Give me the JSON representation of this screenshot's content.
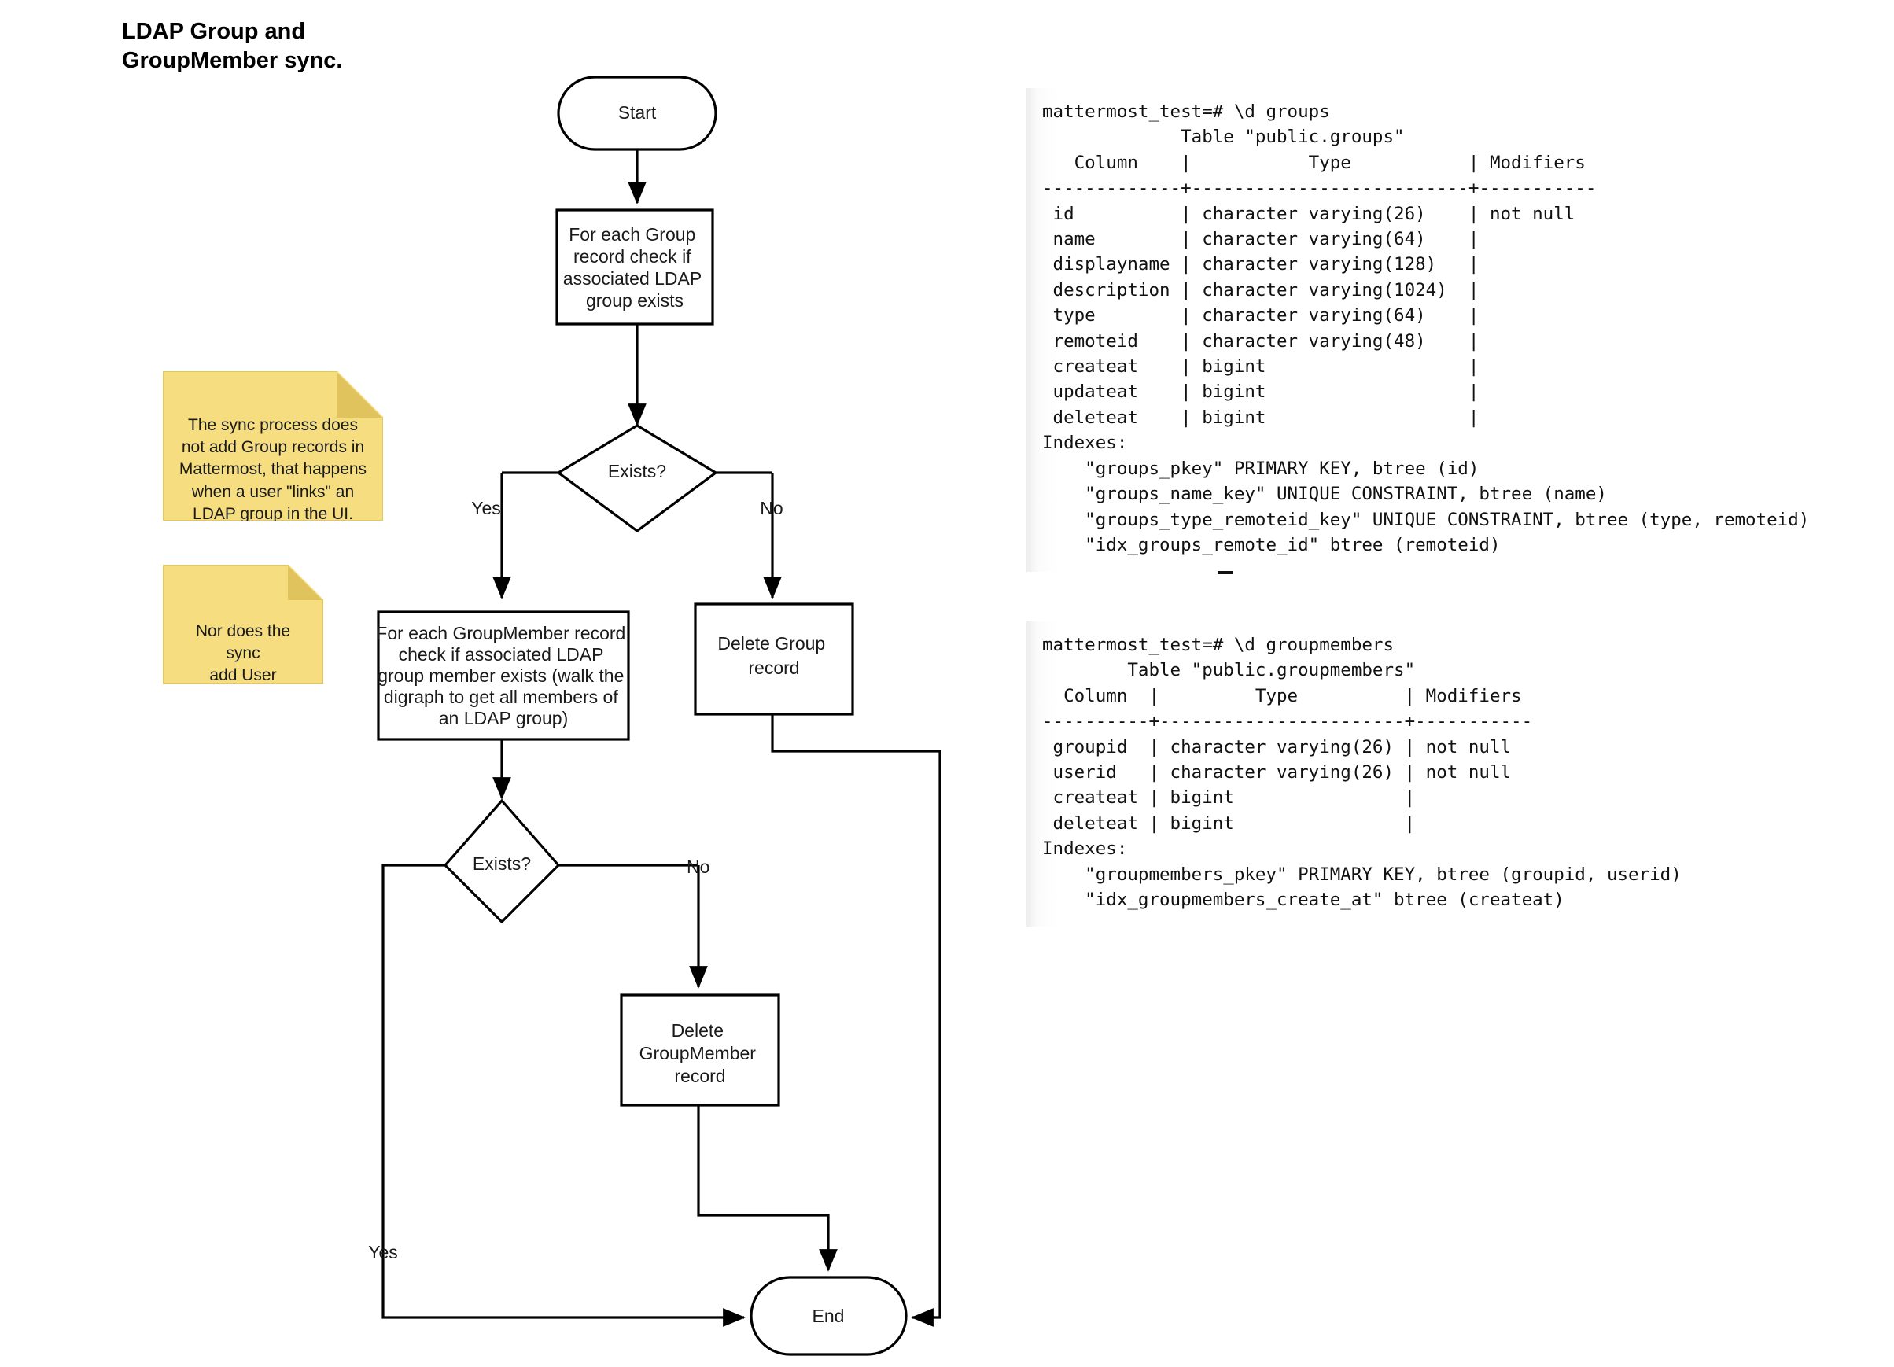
{
  "title": "LDAP Group and\nGroupMember sync.",
  "flowchart": {
    "nodes": {
      "start": {
        "label": "Start",
        "shape": "terminator"
      },
      "for_each_group": {
        "label": "For each Group\nrecord check if\nassociated LDAP\ngroup exists",
        "shape": "process"
      },
      "exists_group": {
        "label": "Exists?",
        "shape": "decision"
      },
      "for_each_groupmember": {
        "label": "For each GroupMember record\ncheck if associated LDAP\ngroup member exists (walk the\ndigraph to get all members of\nan LDAP group)",
        "shape": "process"
      },
      "delete_group": {
        "label": "Delete Group\nrecord",
        "shape": "process"
      },
      "exists_member": {
        "label": "Exists?",
        "shape": "decision"
      },
      "delete_groupmember": {
        "label": "Delete\nGroupMember\nrecord",
        "shape": "process"
      },
      "end": {
        "label": "End",
        "shape": "terminator"
      }
    },
    "edge_labels": {
      "group_yes": "Yes",
      "group_no": "No",
      "member_no": "No",
      "member_yes": "Yes"
    }
  },
  "notes": [
    {
      "id": "note-sync-group",
      "text": "The sync process does\nnot add Group records in\nMattermost, that happens\nwhen a user \"links\" an\nLDAP group in the UI."
    },
    {
      "id": "note-sync-user",
      "text": "Nor does the sync\nadd User records.\nthose are added\non first login."
    }
  ],
  "terminals": {
    "groups": "mattermost_test=# \\d groups\n             Table \"public.groups\"\n   Column    |           Type           | Modifiers\n-------------+--------------------------+-----------\n id          | character varying(26)    | not null\n name        | character varying(64)    |\n displayname | character varying(128)   |\n description | character varying(1024)  |\n type        | character varying(64)    |\n remoteid    | character varying(48)    |\n createat    | bigint                   |\n updateat    | bigint                   |\n deleteat    | bigint                   |\nIndexes:\n    \"groups_pkey\" PRIMARY KEY, btree (id)\n    \"groups_name_key\" UNIQUE CONSTRAINT, btree (name)\n    \"groups_type_remoteid_key\" UNIQUE CONSTRAINT, btree (type, remoteid)\n    \"idx_groups_remote_id\" btree (remoteid)",
    "groups_trailing_prompt": "-",
    "groupmembers": "mattermost_test=# \\d groupmembers\n        Table \"public.groupmembers\"\n  Column  |         Type          | Modifiers\n----------+-----------------------+-----------\n groupid  | character varying(26) | not null\n userid   | character varying(26) | not null\n createat | bigint                |\n deleteat | bigint                |\nIndexes:\n    \"groupmembers_pkey\" PRIMARY KEY, btree (groupid, userid)\n    \"idx_groupmembers_create_at\" btree (createat)"
  },
  "colors": {
    "sticky": "#f5dd80",
    "sticky_fold": "#e0c35c",
    "stroke": "#000000",
    "text": "#1a1a1a"
  }
}
